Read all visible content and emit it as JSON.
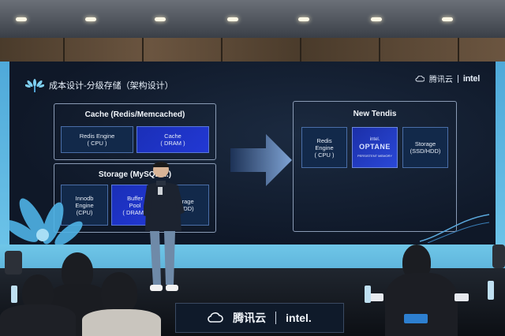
{
  "slide": {
    "title": "成本设计-分级存储（架构设计）",
    "brand_cloud": "腾讯云",
    "brand_intel": "intel",
    "cache_panel": {
      "title": "Cache (Redis/Memcached)",
      "boxes": [
        {
          "line1": "Redis Engine",
          "line2": "( CPU )"
        },
        {
          "line1": "Cache",
          "line2": "( DRAM )"
        }
      ]
    },
    "storage_panel": {
      "title": "Storage (MySQL/...)",
      "boxes": [
        {
          "line1": "Innodb",
          "line2": "Engine",
          "line3": "(CPU)"
        },
        {
          "line1": "Buffer",
          "line2": "Pool",
          "line3": "( DRAM )"
        },
        {
          "line1": "...rage",
          "line2": "(HDD)"
        }
      ]
    },
    "tendis_panel": {
      "title": "New Tendis",
      "boxes": [
        {
          "line1": "Redis",
          "line2": "Engine",
          "line3": "( CPU )"
        },
        {
          "line1": "intel.",
          "line2": "OPTANE",
          "line3": "PERSISTENT MEMORY"
        },
        {
          "line1": "Storage",
          "line2": "(SSD/HDD)"
        }
      ]
    }
  },
  "podium": {
    "brand_cloud": "腾讯云",
    "brand_intel": "intel."
  },
  "colors": {
    "screen_bg": "#0f1828",
    "box_blue": "#12294a",
    "optane_blue": "#2a48d8",
    "stage_cyan": "#6fc6e8",
    "arrow": "#7fa3d4"
  }
}
